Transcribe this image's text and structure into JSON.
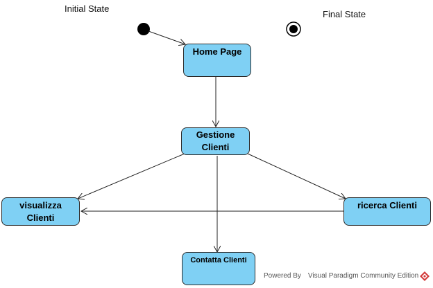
{
  "diagram": {
    "type": "state-machine",
    "initial_label": "Initial State",
    "final_label": "Final State",
    "states": {
      "home": "Home Page",
      "gestione": "Gestione\nClienti",
      "visualizza": "visualizza\nClienti",
      "ricerca": "ricerca Clienti",
      "contatta": "Contatta Clienti"
    },
    "transitions": [
      {
        "from": "initial",
        "to": "home"
      },
      {
        "from": "home",
        "to": "gestione"
      },
      {
        "from": "gestione",
        "to": "visualizza"
      },
      {
        "from": "gestione",
        "to": "ricerca"
      },
      {
        "from": "gestione",
        "to": "contatta"
      },
      {
        "from": "ricerca",
        "to": "visualizza"
      }
    ]
  },
  "footer": {
    "text": "Powered By Visual Paradigm Community Edition",
    "logo_icon": "visual-paradigm-logo-icon"
  },
  "colors": {
    "state_fill": "#7fd0f4",
    "state_border": "#2b2b2b",
    "logo": "#d33c3c"
  }
}
